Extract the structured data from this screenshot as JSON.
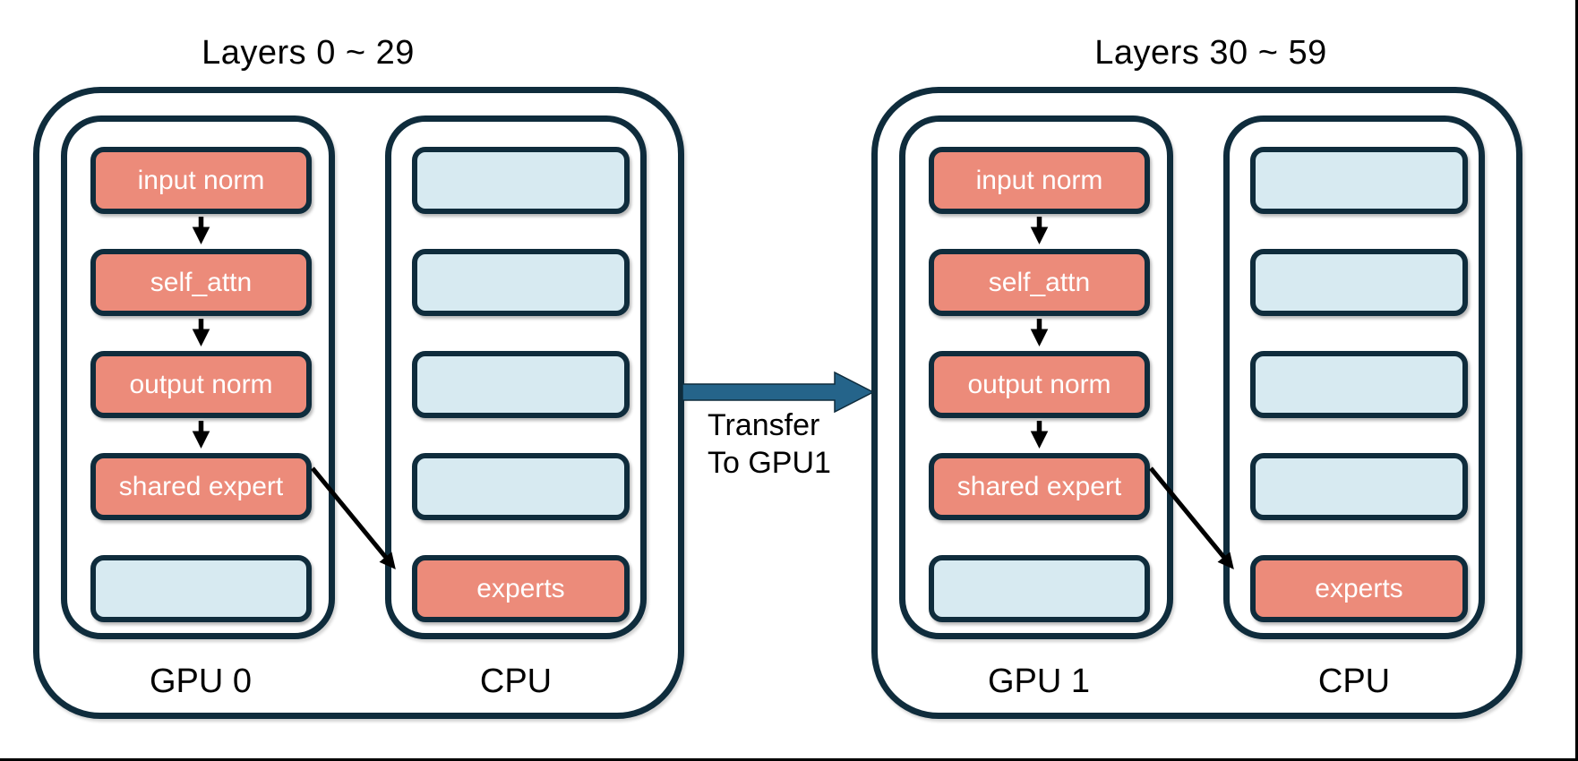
{
  "figure": {
    "groups": [
      {
        "title": "Layers 0 ~ 29",
        "gpu": {
          "label": "GPU 0",
          "blocks": [
            {
              "text": "input norm",
              "type": "module"
            },
            {
              "text": "self_attn",
              "type": "module"
            },
            {
              "text": "output norm",
              "type": "module"
            },
            {
              "text": "shared expert",
              "type": "module"
            },
            {
              "text": "",
              "type": "empty"
            }
          ]
        },
        "cpu": {
          "label": "CPU",
          "blocks": [
            {
              "text": "",
              "type": "empty"
            },
            {
              "text": "",
              "type": "empty"
            },
            {
              "text": "",
              "type": "empty"
            },
            {
              "text": "",
              "type": "empty"
            },
            {
              "text": "experts",
              "type": "module"
            }
          ]
        }
      },
      {
        "title": "Layers 30 ~ 59",
        "gpu": {
          "label": "GPU 1",
          "blocks": [
            {
              "text": "input norm",
              "type": "module"
            },
            {
              "text": "self_attn",
              "type": "module"
            },
            {
              "text": "output norm",
              "type": "module"
            },
            {
              "text": "shared expert",
              "type": "module"
            },
            {
              "text": "",
              "type": "empty"
            }
          ]
        },
        "cpu": {
          "label": "CPU",
          "blocks": [
            {
              "text": "",
              "type": "empty"
            },
            {
              "text": "",
              "type": "empty"
            },
            {
              "text": "",
              "type": "empty"
            },
            {
              "text": "",
              "type": "empty"
            },
            {
              "text": "experts",
              "type": "module"
            }
          ]
        }
      }
    ],
    "transfer": {
      "label_line1": "Transfer",
      "label_line2": "To GPU1"
    },
    "colors": {
      "border": "#0F2C3C",
      "module_fill": "#EC8B7A",
      "empty_fill": "#D7EAF1",
      "transfer_arrow": "#25648A",
      "flow_arrow": "#000000"
    }
  }
}
